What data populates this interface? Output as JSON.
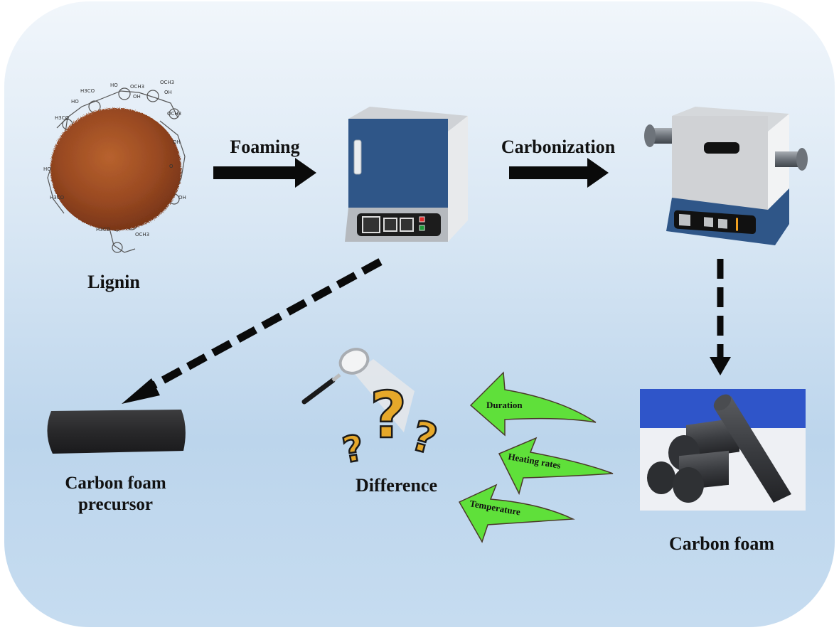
{
  "diagram": {
    "type": "process-flow",
    "nodes": {
      "lignin": {
        "label": "Lignin"
      },
      "foaming_furnace": {
        "label": ""
      },
      "tube_furnace": {
        "label": ""
      },
      "carbon_foam": {
        "label": "Carbon foam"
      },
      "precursor": {
        "label_line1": "Carbon foam",
        "label_line2": "precursor"
      },
      "difference": {
        "label": "Difference"
      }
    },
    "edges": [
      {
        "from": "lignin",
        "to": "foaming_furnace",
        "label": "Foaming",
        "style": "solid"
      },
      {
        "from": "foaming_furnace",
        "to": "tube_furnace",
        "label": "Carbonization",
        "style": "solid"
      },
      {
        "from": "foaming_furnace",
        "to": "precursor",
        "label": "",
        "style": "dashed"
      },
      {
        "from": "tube_furnace",
        "to": "carbon_foam",
        "label": "",
        "style": "dashed"
      }
    ],
    "factors": [
      {
        "label": "Duration"
      },
      {
        "label": "Heating rates"
      },
      {
        "label": "Temperature"
      }
    ],
    "chem_labels": [
      "H3CO",
      "HO",
      "OCH3",
      "OH",
      "H3CO",
      "OCH3",
      "OH",
      "HO",
      "OH",
      "H3CO",
      "OCH3",
      "HO",
      "OH",
      "H3CO",
      "OCH3",
      "O"
    ]
  },
  "colors": {
    "arrow_green": "#5fe03a",
    "question_gold": "#e6a82a",
    "furnace_blue": "#2f5688",
    "lignin_brown": "#9a4a22"
  }
}
